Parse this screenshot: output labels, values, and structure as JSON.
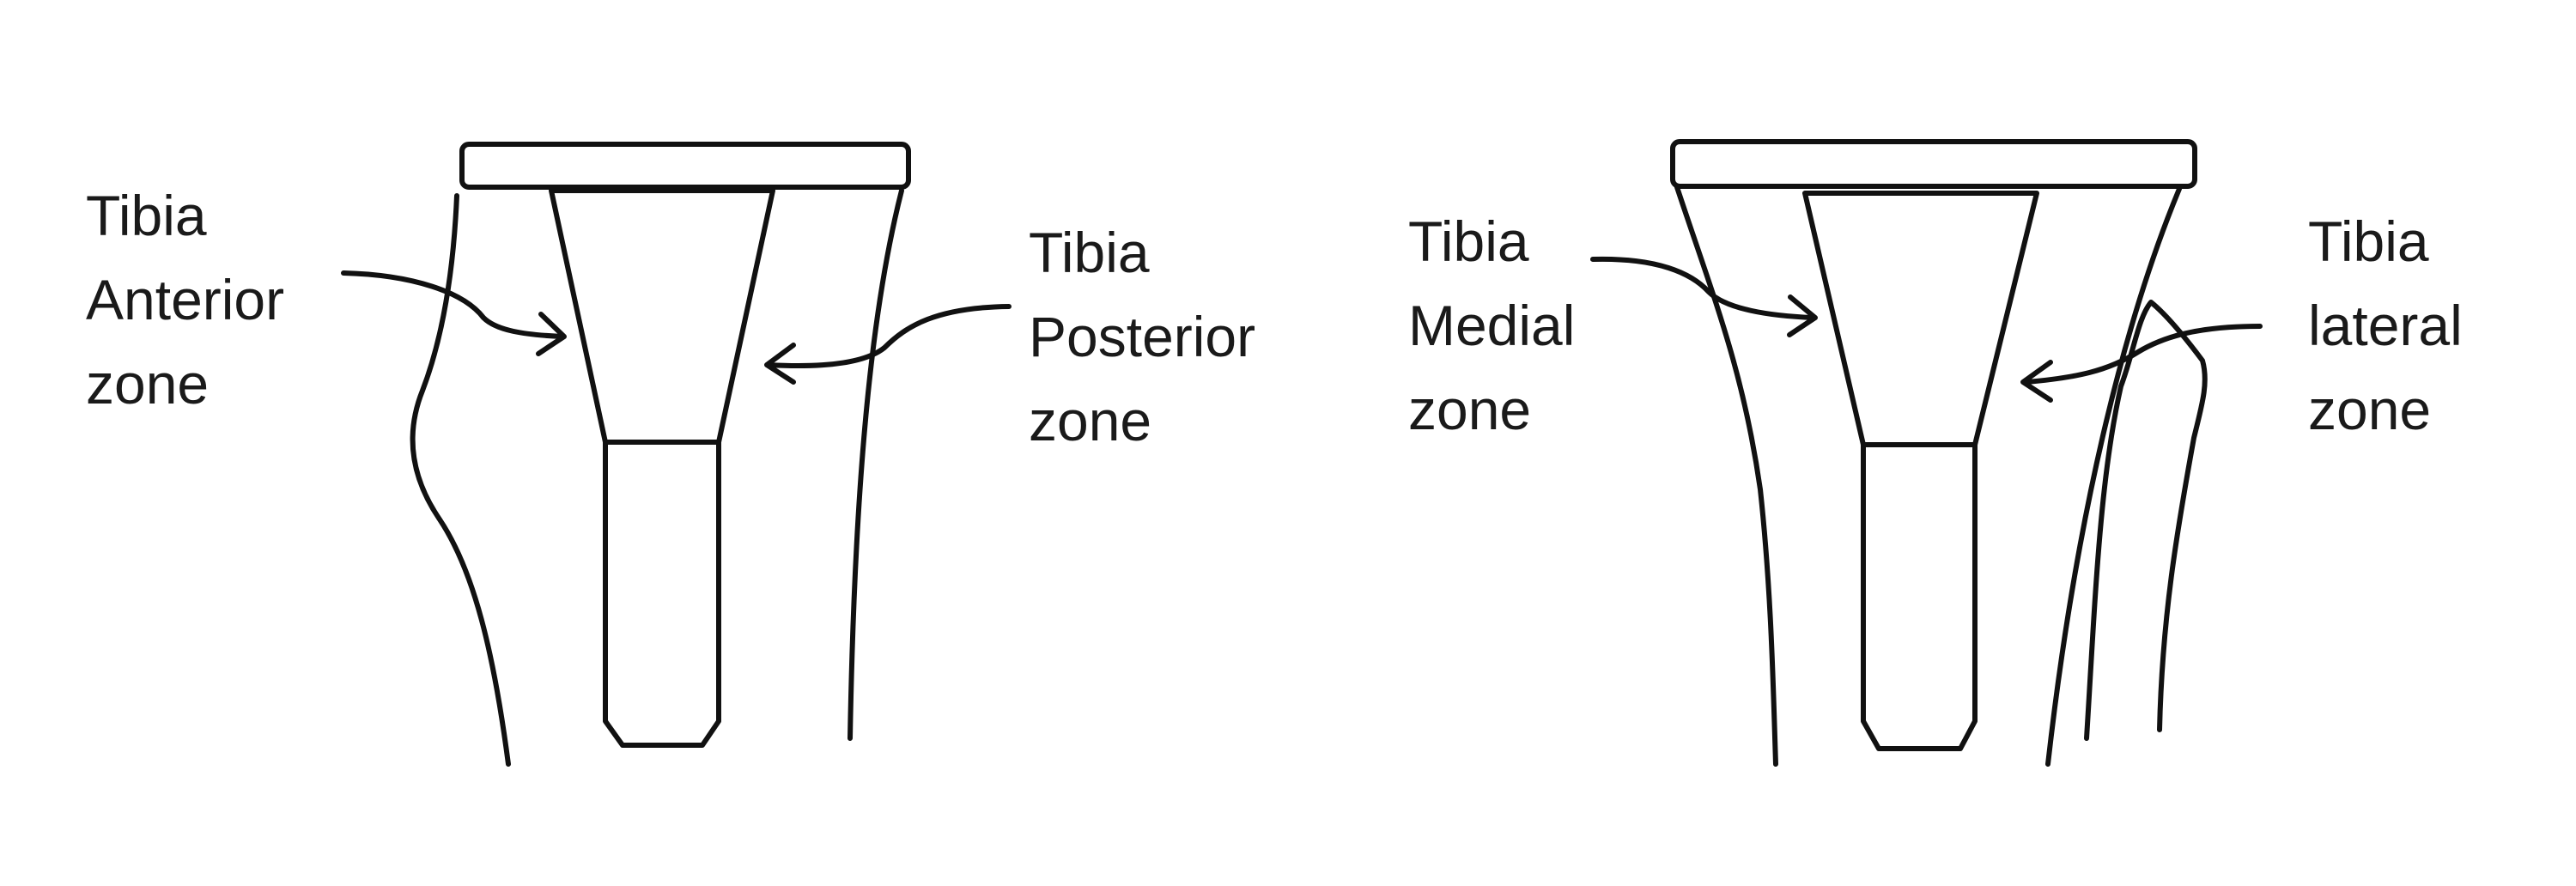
{
  "diagram": {
    "left_view": {
      "anterior_label": [
        "Tibia",
        "Anterior",
        "zone"
      ],
      "posterior_label": [
        "Tibia",
        "Posterior",
        "zone"
      ]
    },
    "right_view": {
      "medial_label": [
        "Tibia",
        "Medial",
        "zone"
      ],
      "lateral_label": [
        "Tibia",
        "lateral",
        "zone"
      ]
    }
  }
}
